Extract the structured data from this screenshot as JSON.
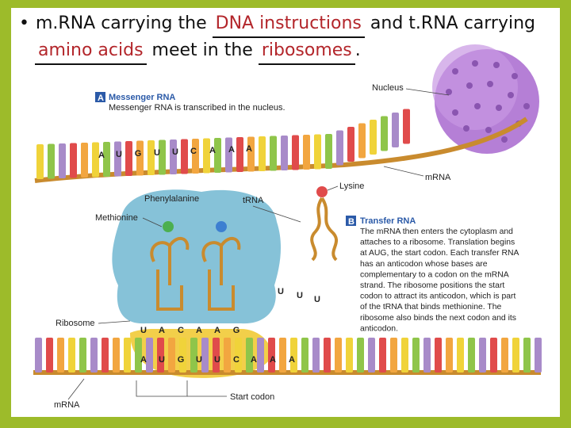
{
  "bullet": {
    "symbol": "•",
    "text1": "m.RNA carrying the",
    "blank1": "DNA instructions",
    "text2": "and t.RNA carrying",
    "blank2": "amino acids",
    "text3": "meet in the",
    "blank3": "ribosomes",
    "text4": "."
  },
  "figure": {
    "panel_a": {
      "letter": "A",
      "title": "Messenger RNA",
      "caption": "Messenger RNA is transcribed in the nucleus."
    },
    "panel_b": {
      "letter": "B",
      "title": "Transfer RNA",
      "lines": [
        "The mRNA then enters the cytoplasm and",
        "attaches to a ribosome. Translation begins",
        "at AUG, the start codon. Each transfer RNA",
        "has an anticodon whose bases are",
        "complementary to a codon on the mRNA",
        "strand. The ribosome positions the start",
        "codon to attract its anticodon, which is part",
        "of the tRNA that binds methionine. The",
        "ribosome also binds the next codon and its",
        "anticodon."
      ]
    },
    "labels": {
      "nucleus": "Nucleus",
      "mrna_top": "mRNA",
      "lysine": "Lysine",
      "phenylalanine": "Phenylalanine",
      "trna": "tRNA",
      "methionine": "Methionine",
      "ribosome": "Ribosome",
      "mrna_bottom": "mRNA",
      "start_codon": "Start codon"
    },
    "top_strand_bases": [
      "A",
      "U",
      "G",
      "U",
      "U",
      "C",
      "A",
      "A",
      "A"
    ],
    "anticodon_left": [
      "U",
      "A",
      "C"
    ],
    "anticodon_right": [
      "A",
      "A",
      "G"
    ],
    "free_trna_anticodon": [
      "U",
      "U",
      "U"
    ],
    "bottom_strand_bases": [
      "A",
      "U",
      "G",
      "U",
      "U",
      "C",
      "A",
      "A",
      "A"
    ]
  },
  "colors": {
    "frame": "#9dbb2a",
    "blank_text": "#b3262b",
    "header_blue": "#2b5aa8",
    "nucleus": "#b57fd6",
    "ribosome": "#86c2d8",
    "trna": "#c98b2e",
    "base_yellow": "#f0d33a",
    "base_green": "#8fc54a",
    "base_purple": "#a88bc9",
    "base_red": "#e04b4b",
    "base_orange": "#f2a640"
  }
}
